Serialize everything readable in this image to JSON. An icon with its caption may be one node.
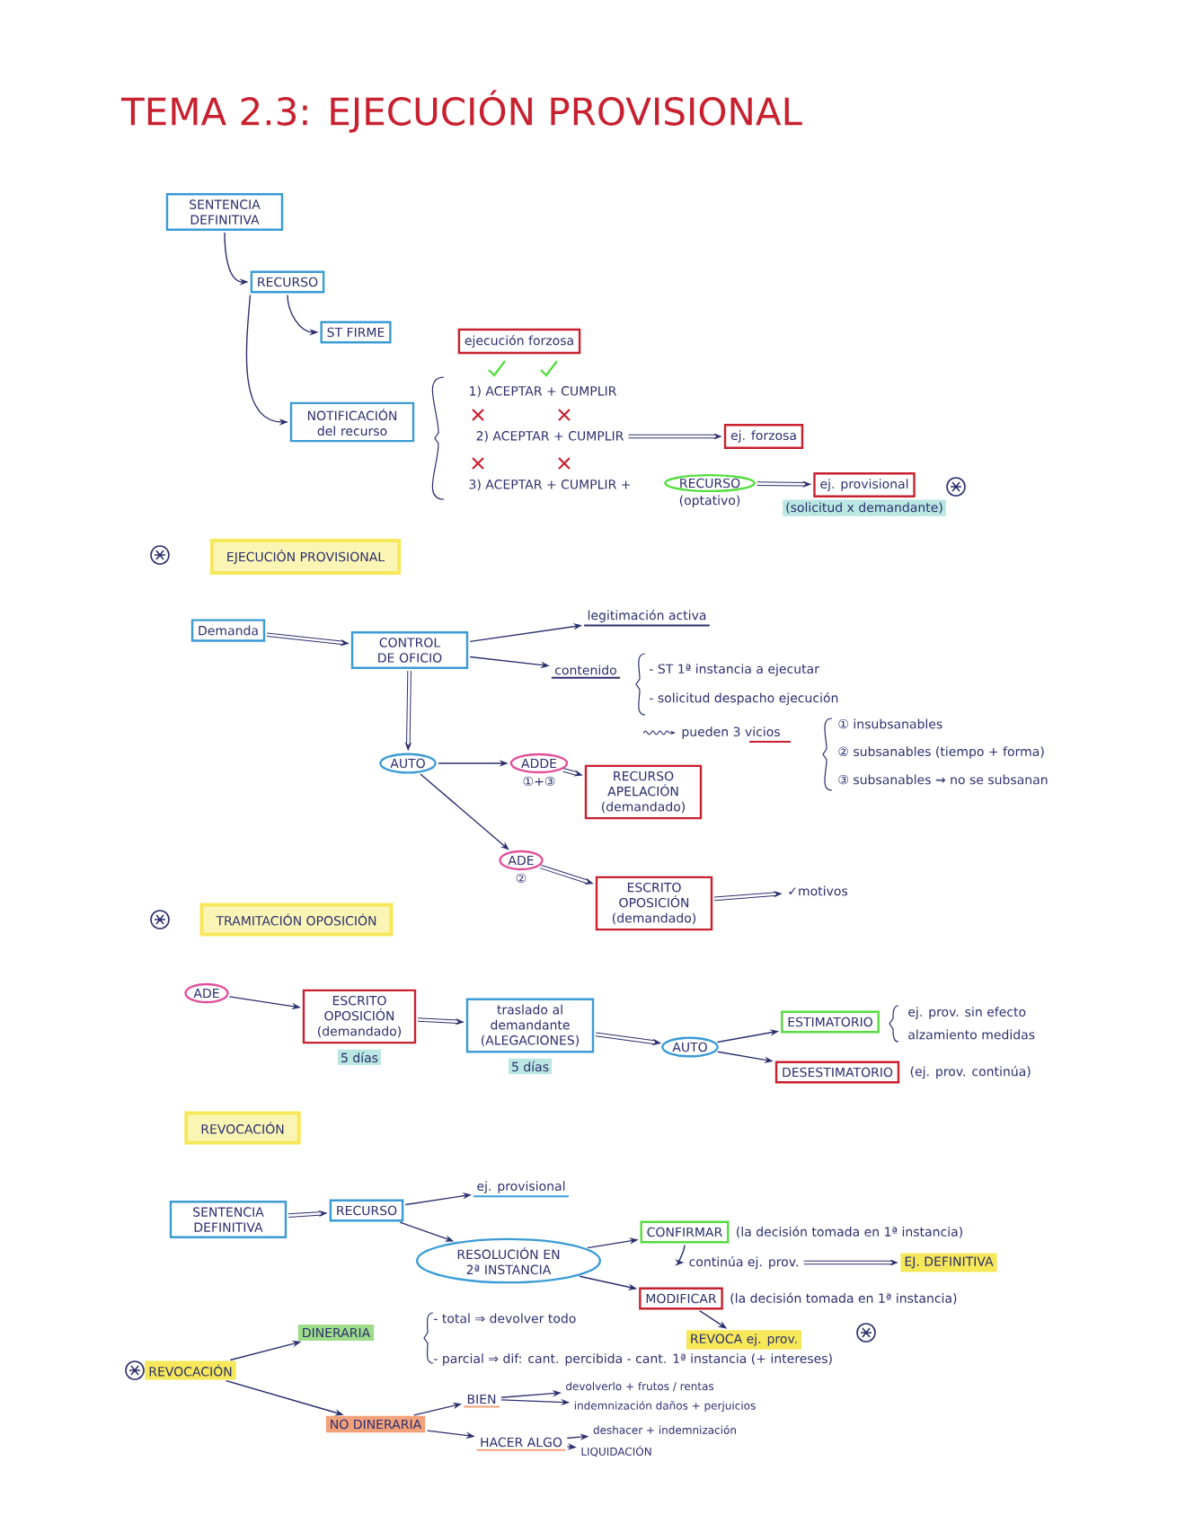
{
  "diagram": {
    "title": "TEMA 2.3: EJECUCIÓN PROVISIONAL",
    "nodes": [
      {
        "text": [
          "SENTENCIA DEFINITIVA"
        ]
      },
      {
        "text": [
          "RECURSO"
        ]
      },
      {
        "text": [
          "ST FIRME"
        ]
      },
      {
        "text": [
          "ejecución forzosa"
        ]
      },
      {
        "text": [
          "NOTIFICACIÓN del recurso"
        ]
      },
      {
        "text": [
          "1) ACEPTAR + CUMPLIR"
        ]
      },
      {
        "text": [
          "2) ACEPTAR + CUMPLIR"
        ]
      },
      {
        "text": [
          "3) ACEPTAR + CUMPLIR +"
        ]
      },
      {
        "text": [
          "RECURSO"
        ],
        "beside": [
          "(optativo)"
        ]
      },
      {
        "text": [
          "ej. forzosa"
        ]
      },
      {
        "text": [
          "ej. provisional"
        ],
        "beside": [
          "(solicitud x demandante)"
        ]
      },
      {
        "text": [
          "EJECUCIÓN PROVISIONAL"
        ]
      },
      {
        "text": [
          "Demanda"
        ]
      },
      {
        "text": [
          "CONTROL DE OFICIO"
        ]
      },
      {
        "text": [
          "legitimación activa"
        ]
      },
      {
        "text": [
          "contenido"
        ]
      },
      {
        "text": [
          "AUTO"
        ]
      },
      {
        "text": [
          "ADDE"
        ],
        "beside": [
          "①+③"
        ]
      },
      {
        "text": [
          "RECURSO APELACIÓN (demandado)"
        ]
      },
      {
        "text": [
          "ADE"
        ],
        "beside": [
          "②"
        ]
      },
      {
        "text": [
          "ESCRITO OPOSICIÓN (demandado)"
        ]
      },
      {
        "text": [
          "✓motivos"
        ]
      },
      {
        "text": [
          "TRAMITACIÓN OPOSICIÓN"
        ]
      },
      {
        "text": [
          "ADE"
        ]
      },
      {
        "text": [
          "ESCRITO OPOSICIÓN (demandado)"
        ],
        "beside": [
          "5 días"
        ]
      },
      {
        "text": [
          "traslado al demandante (ALEGACIONES)"
        ],
        "beside": [
          "5 días"
        ]
      },
      {
        "text": [
          "AUTO"
        ]
      },
      {
        "text": [
          "ESTIMATORIO"
        ],
        "beside": [
          "ej. prov. sin efecto",
          "alzamiento medidas"
        ]
      },
      {
        "text": [
          "DESESTIMATORIO"
        ],
        "beside": [
          "(ej. prov. continúa)"
        ]
      },
      {
        "text": [
          "REVOCACIÓN"
        ]
      },
      {
        "text": [
          "SENTENCIA DEFINITIVA"
        ]
      },
      {
        "text": [
          "RECURSO"
        ]
      },
      {
        "text": [
          "ej. provisional"
        ]
      },
      {
        "text": [
          "RESOLUCIÓN EN 2ª INSTANCIA"
        ]
      },
      {
        "text": [
          "CONFIRMAR"
        ],
        "beside": [
          "(la decisión tomada en 1ª instancia)"
        ]
      },
      {
        "text": [
          "continúa ej. prov."
        ]
      },
      {
        "text": [
          "EJ. DEFINITIVA"
        ]
      },
      {
        "text": [
          "MODIFICAR"
        ],
        "beside": [
          "(la decisión tomada en 1ª instancia)"
        ]
      },
      {
        "text": [
          "REVOCA ej. prov."
        ]
      },
      {
        "text": [
          "REVOCACIÓN"
        ]
      },
      {
        "text": [
          "DINERARIA"
        ]
      },
      {
        "text": [
          "NO DINERARIA"
        ]
      },
      {
        "text": [
          "BIEN"
        ]
      },
      {
        "text": [
          "HACER ALGO"
        ]
      },
      {
        "text": [
          "devolverlo + frutos / rentas"
        ]
      },
      {
        "text": [
          "indemnización daños + perjuicios"
        ]
      },
      {
        "text": [
          "deshacer + indemnización"
        ]
      },
      {
        "text": [
          "LIQUIDACIÓN"
        ]
      }
    ],
    "edges": [
      {
        "from": 0,
        "to": 1,
        "arrow": "to"
      },
      {
        "from": 1,
        "to": 2,
        "arrow": "to"
      },
      {
        "from": 1,
        "to": 4,
        "arrow": "to"
      },
      {
        "from": 6,
        "to": 9,
        "arrow": "to",
        "style": "thick"
      },
      {
        "from": 8,
        "to": 10,
        "arrow": "to",
        "style": "thick"
      },
      {
        "from": 12,
        "to": 13,
        "arrow": "to",
        "style": "thick"
      },
      {
        "from": 13,
        "to": 14,
        "arrow": "to"
      },
      {
        "from": 13,
        "to": 15,
        "arrow": "to"
      },
      {
        "from": 13,
        "to": 16,
        "arrow": "to",
        "style": "thick"
      },
      {
        "from": 16,
        "to": 17,
        "arrow": "to"
      },
      {
        "from": 16,
        "to": 19,
        "arrow": "to"
      },
      {
        "from": 17,
        "to": 18,
        "arrow": "to",
        "style": "thick"
      },
      {
        "from": 19,
        "to": 20,
        "arrow": "to",
        "style": "thick"
      },
      {
        "from": 20,
        "to": 21,
        "arrow": "to",
        "style": "thick"
      },
      {
        "from": 23,
        "to": 24,
        "arrow": "to"
      },
      {
        "from": 24,
        "to": 25,
        "arrow": "to",
        "style": "thick"
      },
      {
        "from": 25,
        "to": 26,
        "arrow": "to",
        "style": "thick"
      },
      {
        "from": 26,
        "to": 27,
        "arrow": "to"
      },
      {
        "from": 26,
        "to": 28,
        "arrow": "to"
      },
      {
        "from": 30,
        "to": 31,
        "arrow": "to",
        "style": "thick"
      },
      {
        "from": 31,
        "to": 32,
        "arrow": "to"
      },
      {
        "from": 31,
        "to": 33,
        "arrow": "to"
      },
      {
        "from": 33,
        "to": 34,
        "arrow": "to"
      },
      {
        "from": 33,
        "to": 37,
        "arrow": "to"
      },
      {
        "from": 34,
        "to": 35,
        "arrow": "to"
      },
      {
        "from": 35,
        "to": 36,
        "arrow": "to",
        "style": "thick"
      },
      {
        "from": 37,
        "to": 38,
        "arrow": "to"
      },
      {
        "from": 39,
        "to": 40,
        "arrow": "to"
      },
      {
        "from": 39,
        "to": 41,
        "arrow": "to"
      },
      {
        "from": 41,
        "to": 42,
        "arrow": "to"
      },
      {
        "from": 41,
        "to": 43,
        "arrow": "to"
      },
      {
        "from": 42,
        "to": 44,
        "arrow": "to"
      },
      {
        "from": 42,
        "to": 45,
        "arrow": "to"
      },
      {
        "from": 43,
        "to": 46,
        "arrow": "to"
      },
      {
        "from": 43,
        "to": 47,
        "arrow": "to"
      }
    ],
    "labels": [
      "- ST 1ª instancia a ejecutar",
      "- solicitud despacho ejecución",
      "pueden 3 vicios",
      "① insubsanables",
      "② subsanables (tiempo + forma)",
      "③ subsanables ⇝ no se subsanan",
      "- total ⇒ devolver todo",
      "- parcial ⇒ dif: cant. percibida - cant. 1ª instancia (+ intereses)"
    ]
  }
}
